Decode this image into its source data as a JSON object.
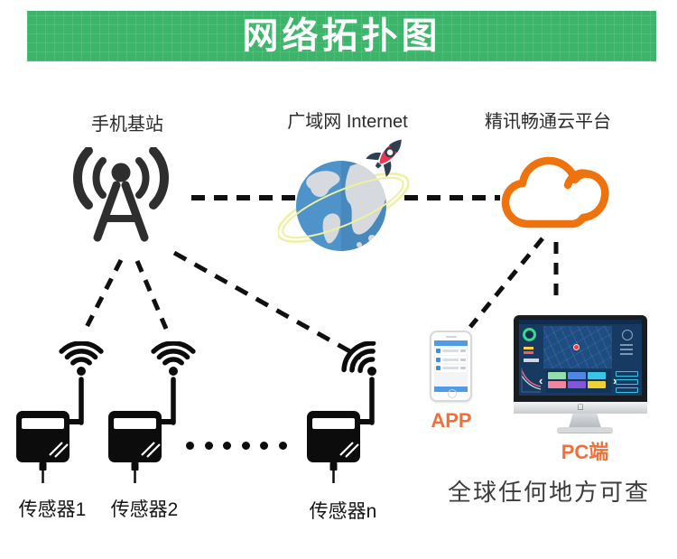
{
  "header": {
    "title": "网络拓扑图"
  },
  "labels": {
    "base_station": "手机基站",
    "internet": "广域网 Internet",
    "cloud_platform": "精讯畅通云平台",
    "sensor_1": "传感器1",
    "sensor_2": "传感器2",
    "sensor_n": "传感器n",
    "app": "APP",
    "pc": "PC端",
    "caption": "全球任何地方可查"
  },
  "icons": {
    "cell-tower-icon": "antenna tower with radio waves",
    "globe-icon": "earth globe with orbit ring",
    "rocket-icon": "red rocket flying up-right",
    "cloud-icon": "orange outlined cloud",
    "sensor-icon": "black transmitter box with antenna and wifi waves",
    "phone-icon": "smartphone showing monitoring app",
    "imac-icon": "desktop monitor showing dashboard",
    "apple-logo-icon": ""
  },
  "colors": {
    "banner_green": "#3cb46a",
    "cloud_orange": "#ee720d",
    "label_orange": "#f0703c",
    "icon_black": "#1a1a1a",
    "globe_blue": "#4b92ca",
    "land_gray": "#d6dade",
    "rocket_red": "#e8374e",
    "orbit_yellow": "#eef09e",
    "dash_black": "#101010"
  }
}
